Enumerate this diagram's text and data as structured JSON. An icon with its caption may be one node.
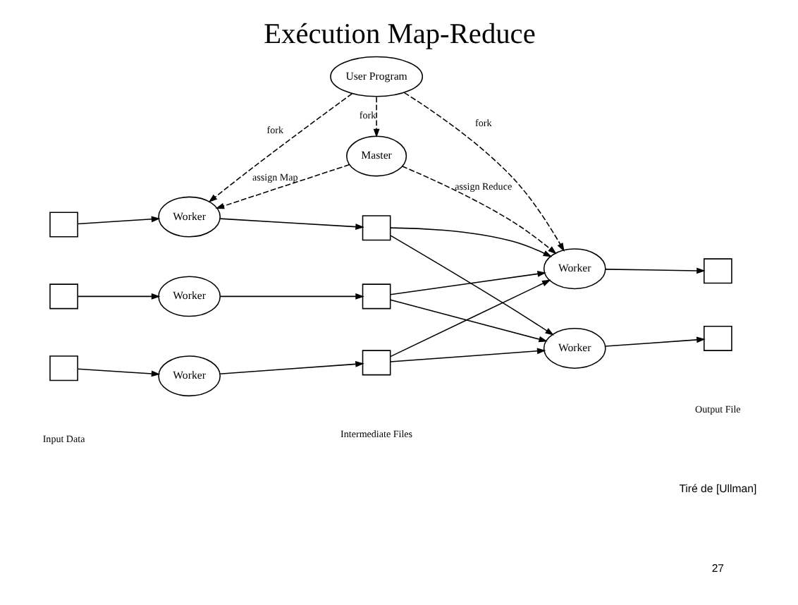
{
  "diagram": {
    "title": "Exécution Map-Reduce",
    "nodes": [
      {
        "text": [
          "User Program"
        ]
      },
      {
        "text": [
          "Master"
        ]
      },
      {
        "text": [],
        "shape": "box"
      },
      {
        "text": [],
        "shape": "box"
      },
      {
        "text": [],
        "shape": "box"
      },
      {
        "text": [
          "Worker"
        ]
      },
      {
        "text": [
          "Worker"
        ]
      },
      {
        "text": [
          "Worker"
        ]
      },
      {
        "text": [],
        "shape": "box"
      },
      {
        "text": [],
        "shape": "box"
      },
      {
        "text": [],
        "shape": "box"
      },
      {
        "text": [
          "Worker"
        ]
      },
      {
        "text": [
          "Worker"
        ]
      },
      {
        "text": [],
        "shape": "box"
      },
      {
        "text": [],
        "shape": "box"
      }
    ],
    "edges": [
      {
        "from": 0,
        "to": 5,
        "arrow": "to",
        "label": "fork",
        "style": "dashed"
      },
      {
        "from": 0,
        "to": 1,
        "arrow": "to",
        "label": "fork",
        "style": "dashed"
      },
      {
        "from": 0,
        "to": 11,
        "arrow": "to",
        "label": "fork",
        "style": "dashed"
      },
      {
        "from": 1,
        "to": 5,
        "arrow": "to",
        "label": "assign Map",
        "style": "dashed"
      },
      {
        "from": 1,
        "to": 11,
        "arrow": "to",
        "label": "assign Reduce",
        "style": "dashed"
      },
      {
        "from": 2,
        "to": 5,
        "arrow": "to"
      },
      {
        "from": 3,
        "to": 6,
        "arrow": "to"
      },
      {
        "from": 4,
        "to": 7,
        "arrow": "to"
      },
      {
        "from": 5,
        "to": 8,
        "arrow": "to"
      },
      {
        "from": 6,
        "to": 9,
        "arrow": "to"
      },
      {
        "from": 7,
        "to": 10,
        "arrow": "to"
      },
      {
        "from": 8,
        "to": 11,
        "arrow": "to"
      },
      {
        "from": 8,
        "to": 12,
        "arrow": "to"
      },
      {
        "from": 9,
        "to": 11,
        "arrow": "to"
      },
      {
        "from": 9,
        "to": 12,
        "arrow": "to"
      },
      {
        "from": 10,
        "to": 11,
        "arrow": "to"
      },
      {
        "from": 10,
        "to": 12,
        "arrow": "to"
      },
      {
        "from": 11,
        "to": 13,
        "arrow": "to"
      },
      {
        "from": 12,
        "to": 14,
        "arrow": "to"
      }
    ],
    "labels": [
      "Input Data",
      "Intermediate Files",
      "Output File",
      "Tiré de [Ullman]",
      "27"
    ]
  }
}
